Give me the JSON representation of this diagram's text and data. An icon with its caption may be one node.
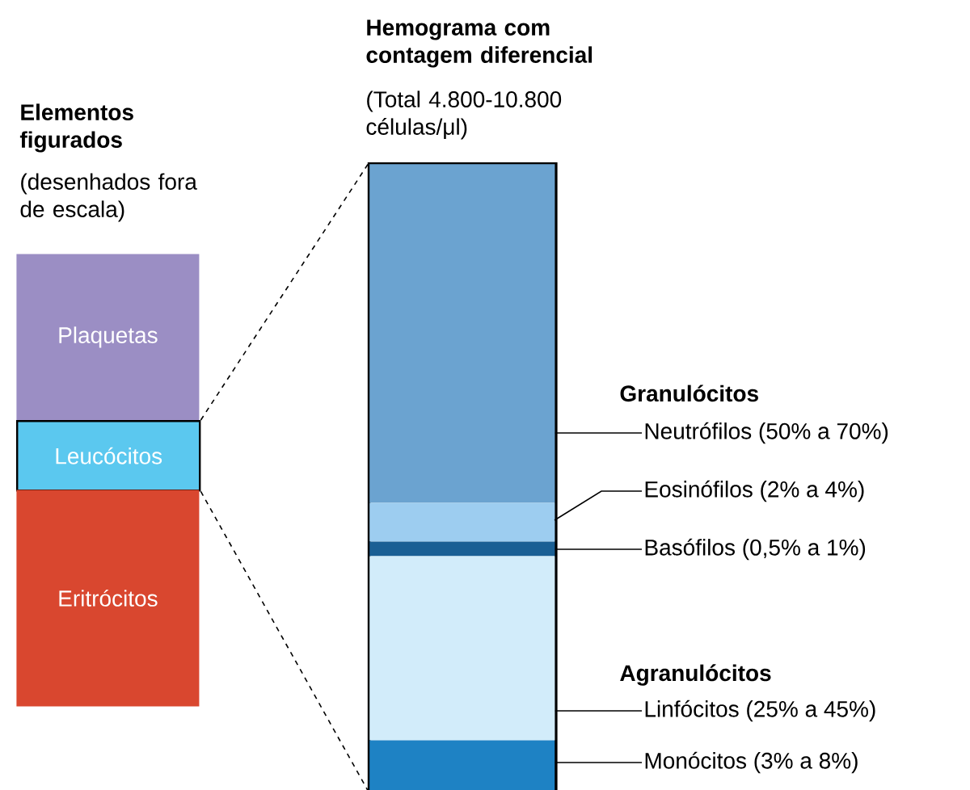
{
  "diagram": {
    "nodes": [
      {
        "text": [
          "Plaquetas"
        ]
      },
      {
        "text": [
          "Leucócitos"
        ]
      },
      {
        "text": [
          "Eritrócitos"
        ]
      },
      {
        "text": [],
        "shape": "bar"
      },
      {
        "text": [],
        "shape": "box",
        "in": 3
      },
      {
        "text": [],
        "shape": "box",
        "in": 3
      },
      {
        "text": [],
        "shape": "box",
        "in": 3
      },
      {
        "text": [],
        "shape": "box",
        "in": 3
      },
      {
        "text": [],
        "shape": "box",
        "in": 3
      },
      {
        "text": [
          "Neutrófilos (50% a 70%)"
        ]
      },
      {
        "text": [
          "Eosinófilos (2% a 4%)"
        ]
      },
      {
        "text": [
          "Basófilos (0,5% a 1%)"
        ]
      },
      {
        "text": [
          "Linfócitos (25% a 45%)"
        ]
      },
      {
        "text": [
          "Monócitos (3% a 8%)"
        ]
      }
    ],
    "edges": [
      {
        "from": 1,
        "to": 3,
        "arrow": "none",
        "style": "dashed"
      },
      {
        "from": 1,
        "to": 3,
        "arrow": "none",
        "style": "dashed"
      },
      {
        "from": 9,
        "to": 4,
        "arrow": "none"
      },
      {
        "from": 10,
        "to": 5,
        "arrow": "none"
      },
      {
        "from": 11,
        "to": 6,
        "arrow": "none"
      },
      {
        "from": 12,
        "to": 7,
        "arrow": "none"
      },
      {
        "from": 13,
        "to": 8,
        "arrow": "none"
      }
    ],
    "labels": [
      "Elementos figurados",
      "(desenhados fora de escala)",
      "Hemograma com contagem diferencial",
      "(Total 4.800-10.800 células/μl)",
      "Granulócitos",
      "Agranulócitos"
    ]
  }
}
